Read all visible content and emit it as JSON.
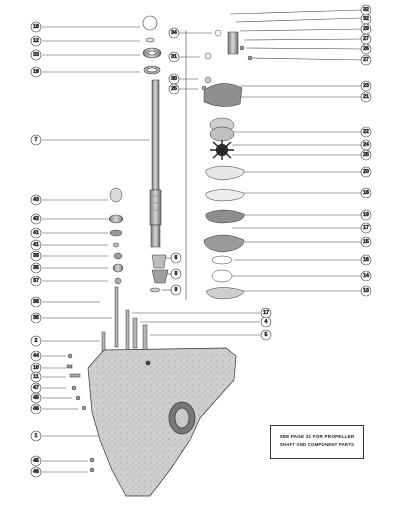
{
  "callouts": [
    {
      "n": "18"
    },
    {
      "n": "12"
    },
    {
      "n": "33"
    },
    {
      "n": "19"
    },
    {
      "n": "7"
    },
    {
      "n": "43"
    },
    {
      "n": "42"
    },
    {
      "n": "41"
    },
    {
      "n": "41"
    },
    {
      "n": "39"
    },
    {
      "n": "36"
    },
    {
      "n": "37"
    },
    {
      "n": "38"
    },
    {
      "n": "35"
    },
    {
      "n": "2"
    },
    {
      "n": "44"
    },
    {
      "n": "10"
    },
    {
      "n": "11"
    },
    {
      "n": "47"
    },
    {
      "n": "45"
    },
    {
      "n": "46"
    },
    {
      "n": "1"
    },
    {
      "n": "45"
    },
    {
      "n": "46"
    },
    {
      "n": "34"
    },
    {
      "n": "31"
    },
    {
      "n": "30"
    },
    {
      "n": "25"
    },
    {
      "n": "6"
    },
    {
      "n": "8"
    },
    {
      "n": "9"
    },
    {
      "n": "32"
    },
    {
      "n": "32"
    },
    {
      "n": "29"
    },
    {
      "n": "27"
    },
    {
      "n": "26"
    },
    {
      "n": "27"
    },
    {
      "n": "23"
    },
    {
      "n": "21"
    },
    {
      "n": "22"
    },
    {
      "n": "24"
    },
    {
      "n": "25"
    },
    {
      "n": "20"
    },
    {
      "n": "18"
    },
    {
      "n": "19"
    },
    {
      "n": "17"
    },
    {
      "n": "15"
    },
    {
      "n": "16"
    },
    {
      "n": "14"
    },
    {
      "n": "13"
    },
    {
      "n": "17"
    },
    {
      "n": "4"
    },
    {
      "n": "5"
    }
  ],
  "note": {
    "line1": "SEE PAGE 31 FOR PROPELLER",
    "line2": "SHAFT AND COMPONENT PARTS"
  }
}
